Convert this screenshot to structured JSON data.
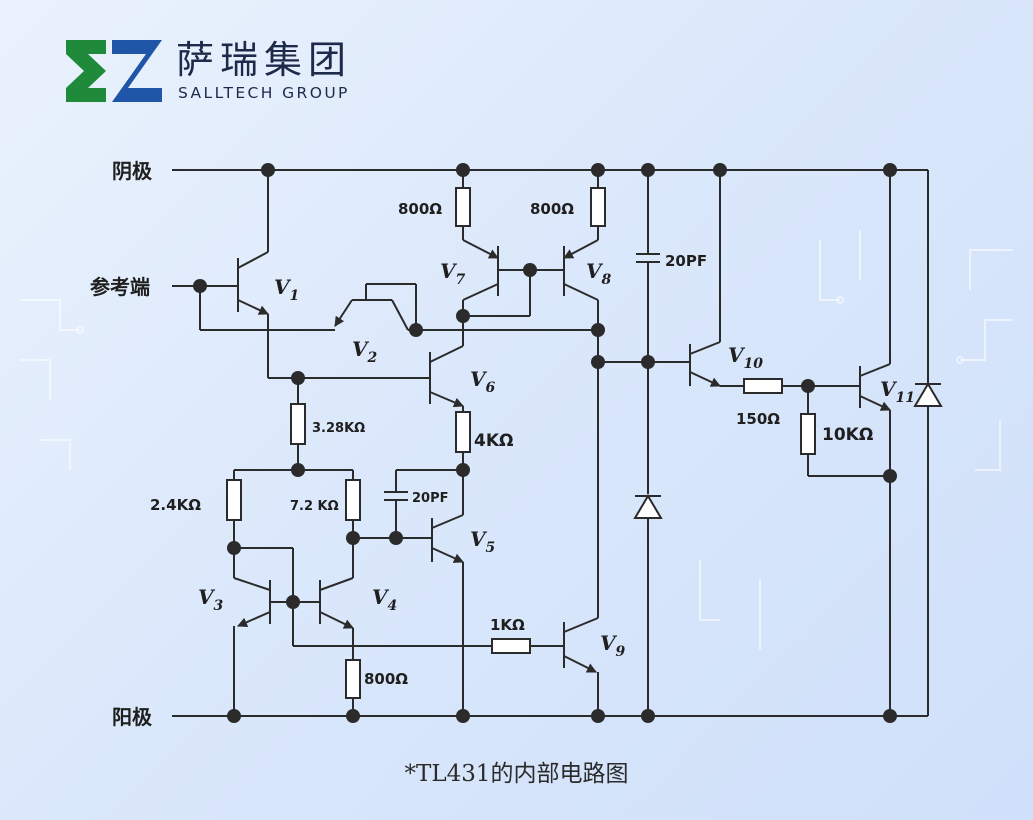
{
  "logo": {
    "name_cn": "萨瑞集团",
    "name_en": "SALLTECH GROUP",
    "colors": {
      "green": "#1e8a3a",
      "blue": "#1f56a8"
    }
  },
  "terminals": {
    "cathode": "阴极",
    "reference": "参考端",
    "anode": "阳极"
  },
  "transistors": {
    "v1": "V",
    "v1_sub": "1",
    "v2": "V",
    "v2_sub": "2",
    "v3": "V",
    "v3_sub": "3",
    "v4": "V",
    "v4_sub": "4",
    "v5": "V",
    "v5_sub": "5",
    "v6": "V",
    "v6_sub": "6",
    "v7": "V",
    "v7_sub": "7",
    "v8": "V",
    "v8_sub": "8",
    "v9": "V",
    "v9_sub": "9",
    "v10": "V",
    "v10_sub": "10",
    "v11": "V",
    "v11_sub": "11"
  },
  "components": {
    "r_800_left": "800Ω",
    "r_800_right": "800Ω",
    "r_3_28k": "3.28KΩ",
    "r_4k": "4KΩ",
    "r_2_4k": "2.4KΩ",
    "r_7_2k": "7.2 KΩ",
    "c_20pf_mid": "20PF",
    "r_800_bottom": "800Ω",
    "r_1k": "1KΩ",
    "c_20pf_top": "20PF",
    "r_150": "150Ω",
    "r_10k": "10KΩ"
  },
  "caption": "*TL431的内部电路图"
}
